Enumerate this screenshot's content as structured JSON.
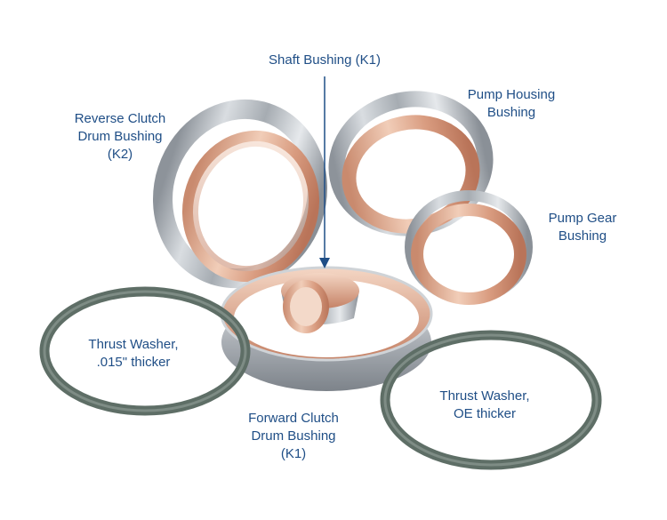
{
  "labels": {
    "shaft_bushing": [
      "Shaft Bushing (K1)"
    ],
    "reverse_clutch": [
      "Reverse Clutch",
      "Drum Bushing",
      "(K2)"
    ],
    "pump_housing": [
      "Pump Housing",
      "Bushing"
    ],
    "pump_gear": [
      "Pump Gear",
      "Bushing"
    ],
    "thrust_washer_015": [
      "Thrust Washer,",
      ".015\" thicker"
    ],
    "thrust_washer_oe": [
      "Thrust Washer,",
      "OE thicker"
    ],
    "forward_clutch": [
      "Forward Clutch",
      "Drum Bushing",
      "(K1)"
    ]
  },
  "colors": {
    "label_text": "#1f4e86",
    "arrow": "#1f4e86",
    "steel": "#b9bec4",
    "bronze": "#d9a58c",
    "washer": "#5e6e66"
  }
}
